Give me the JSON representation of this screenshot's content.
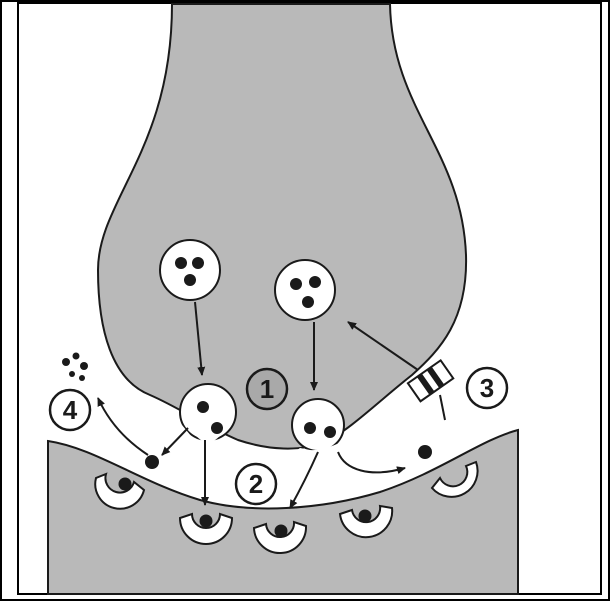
{
  "diagram": {
    "labels": [
      {
        "id": "1",
        "text": "1"
      },
      {
        "id": "2",
        "text": "2"
      },
      {
        "id": "3",
        "text": "3"
      },
      {
        "id": "4",
        "text": "4"
      }
    ],
    "colors": {
      "tissue": "#b9b9b9",
      "cleft": "#ffffff",
      "ink": "#1a1a1a",
      "frame": "#000000",
      "label_circle_fill": "#ffffff",
      "label1_fill": "#a9a9a9"
    }
  }
}
